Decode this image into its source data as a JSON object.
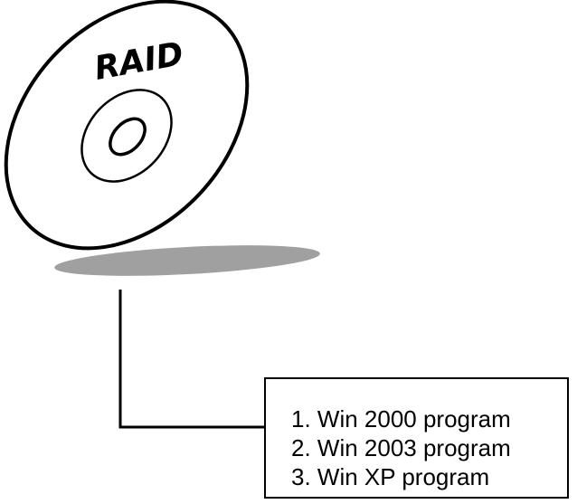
{
  "disc": {
    "label": "RAID",
    "shadow_color": "#a0a0a0",
    "line_color": "#000000"
  },
  "programs": {
    "items": [
      "1. Win 2000 program",
      "2. Win 2003 program",
      "3. Win XP program"
    ]
  }
}
